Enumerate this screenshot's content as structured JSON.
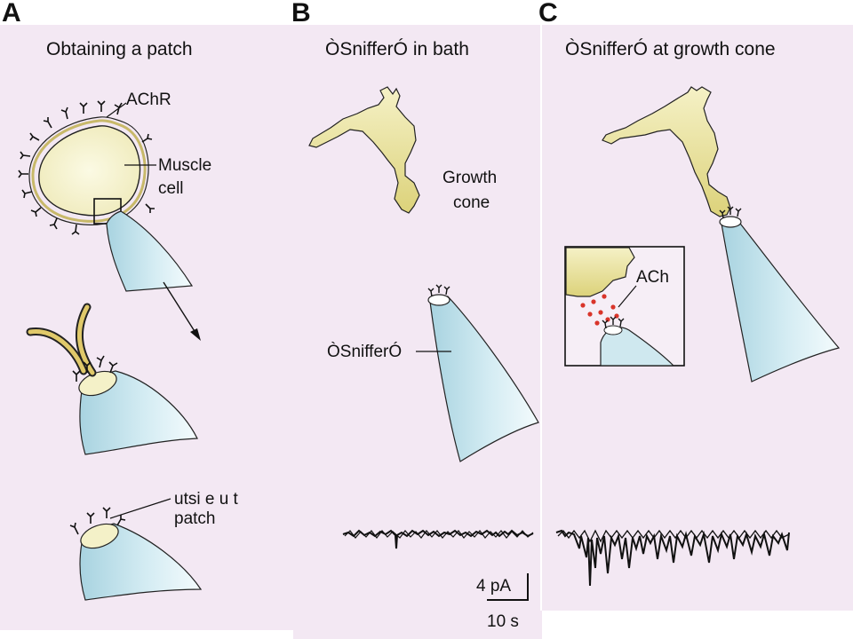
{
  "panels": {
    "a": {
      "letter": "A",
      "title": "Obtaining a patch",
      "achr_label": "AChR",
      "muscle_label_1": "Muscle",
      "muscle_label_2": "cell",
      "patch_label_1": "utsi e u t",
      "patch_label_2": "patch"
    },
    "b": {
      "letter": "B",
      "title": "ÒSnifferÓ in bath",
      "growth_label_1": "Growth",
      "growth_label_2": "cone",
      "sniffer_label": "ÒSnifferÓ",
      "scale_current": "4 pA",
      "scale_time": "10 s"
    },
    "c": {
      "letter": "C",
      "title": "ÒSnifferÓ at growth cone",
      "ach_label": "ACh"
    }
  },
  "colors": {
    "background": "#f3e8f3",
    "cell_fill": "#f4f1c8",
    "cell_border": "#c8b96a",
    "neuron_fill": "#ece5a0",
    "pipette_fill": "#cfe8ef",
    "vesicle": "#d9342a"
  }
}
